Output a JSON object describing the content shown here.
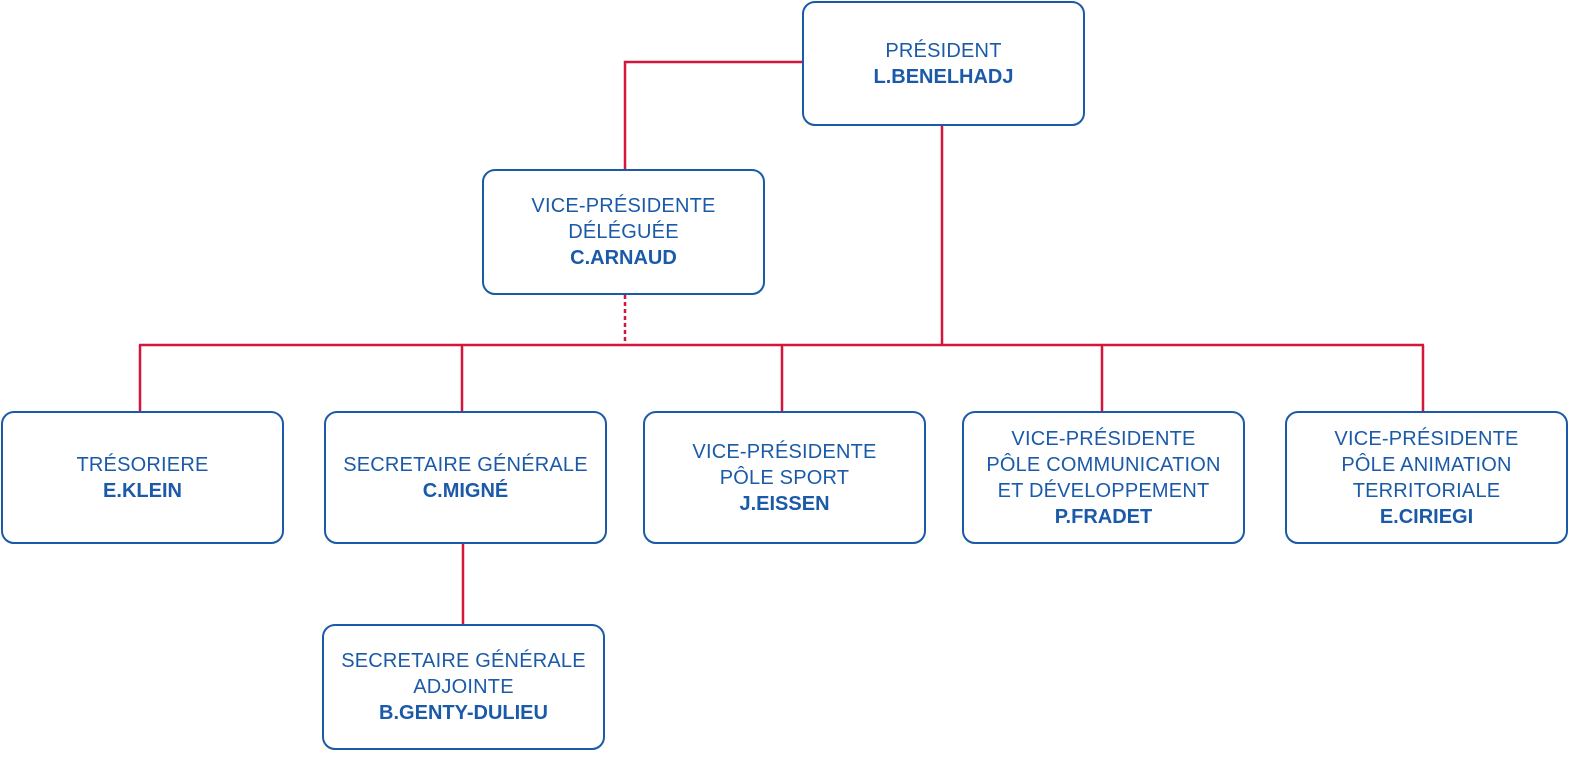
{
  "colors": {
    "box_border": "#1a5aa8",
    "text": "#1a5aa8",
    "connector": "#d4163c"
  },
  "president": {
    "role_lines": [
      "PRÉSIDENT"
    ],
    "name": "L.BENELHADJ"
  },
  "vp_delegue": {
    "role_lines": [
      "VICE-PRÉSIDENTE",
      "DÉLÉGUÉE"
    ],
    "name": "C.ARNAUD"
  },
  "tresoriere": {
    "role_lines": [
      "TRÉSORIERE"
    ],
    "name": "E.KLEIN"
  },
  "secretaire": {
    "role_lines": [
      "SECRETAIRE GÉNÉRALE"
    ],
    "name": "C.MIGNÉ"
  },
  "vp_sport": {
    "role_lines": [
      "VICE-PRÉSIDENTE",
      "PÔLE SPORT"
    ],
    "name": "J.EISSEN"
  },
  "vp_comm": {
    "role_lines": [
      "VICE-PRÉSIDENTE",
      "PÔLE COMMUNICATION",
      "ET DÉVELOPPEMENT"
    ],
    "name": "P.FRADET"
  },
  "vp_anim": {
    "role_lines": [
      "VICE-PRÉSIDENTE",
      "PÔLE ANIMATION",
      "TERRITORIALE"
    ],
    "name": "E.CIRIEGI"
  },
  "sec_adjointe": {
    "role_lines": [
      "SECRETAIRE GÉNÉRALE",
      "ADJOINTE"
    ],
    "name": "B.GENTY-DULIEU"
  }
}
